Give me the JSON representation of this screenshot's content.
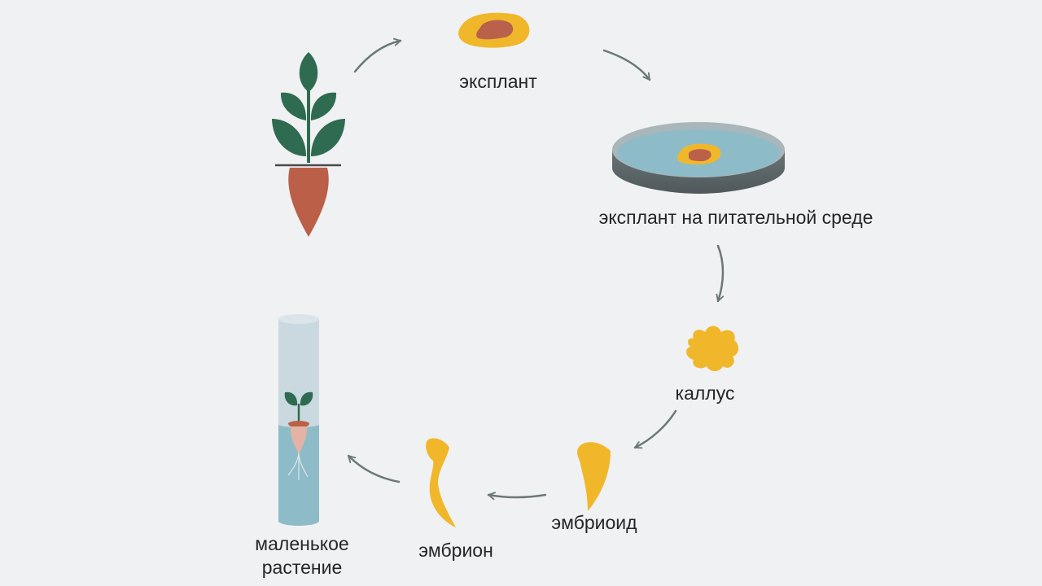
{
  "diagram": {
    "colors": {
      "background": "#f0f1f3",
      "arrow": "#6c7778",
      "leaf": "#2f6b50",
      "root": "#bc5f48",
      "explant_yellow": "#f0b72a",
      "explant_tissue": "#b9614a",
      "medium": "#8dbcc8",
      "dish_rim": "#5c6568",
      "tube_glass": "#cad9df",
      "tube_liquid": "#8dbcc8",
      "callus": "#f0b72a",
      "embryo": "#f0b72a"
    },
    "stages": [
      {
        "id": "plant",
        "icon": "carrot-plant-icon"
      },
      {
        "id": "explant",
        "icon": "explant-icon",
        "label": "эксплант"
      },
      {
        "id": "explant-on-medium",
        "icon": "petri-dish-icon",
        "label": "эксплант на питательной среде"
      },
      {
        "id": "callus",
        "icon": "callus-icon",
        "label": "каллус"
      },
      {
        "id": "embryoid",
        "icon": "embryoid-icon",
        "label": "эмбриоид"
      },
      {
        "id": "embryo",
        "icon": "embryo-icon",
        "label": "эмбрион"
      },
      {
        "id": "small-plant",
        "icon": "test-tube-icon",
        "label_lines": [
          "маленькое",
          "растение"
        ]
      }
    ]
  }
}
